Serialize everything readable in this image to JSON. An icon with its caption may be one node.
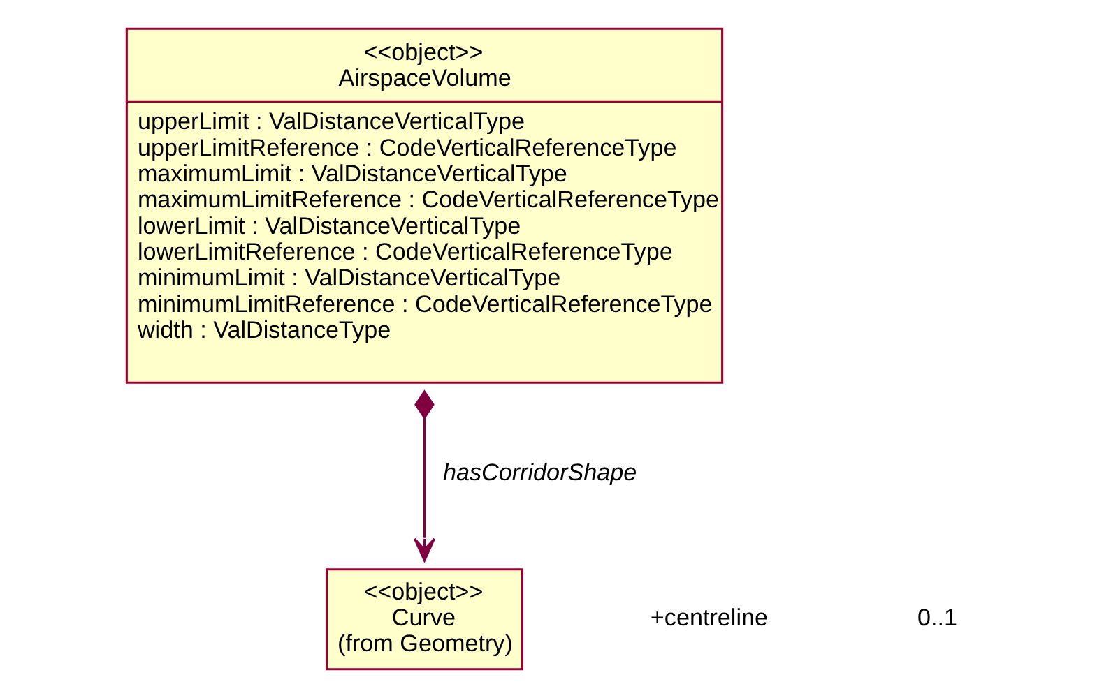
{
  "diagram": {
    "nodes": [
      {
        "text": [
          "<<object>>",
          "AirspaceVolume",
          "upperLimit : ValDistanceVerticalType",
          "upperLimitReference : CodeVerticalReferenceType",
          "maximumLimit : ValDistanceVerticalType",
          "maximumLimitReference : CodeVerticalReferenceType",
          "lowerLimit : ValDistanceVerticalType",
          "lowerLimitReference : CodeVerticalReferenceType",
          "minimumLimit : ValDistanceVerticalType",
          "minimumLimitReference : CodeVerticalReferenceType",
          "width : ValDistanceType"
        ]
      },
      {
        "text": [
          "<<object>>",
          "Curve",
          "(from Geometry)"
        ]
      }
    ],
    "edges": [
      {
        "from": 0,
        "to": 1,
        "arrow": "to",
        "label": "hasCorridorShape"
      }
    ],
    "labels": [
      "+centreline",
      "0..1"
    ]
  }
}
